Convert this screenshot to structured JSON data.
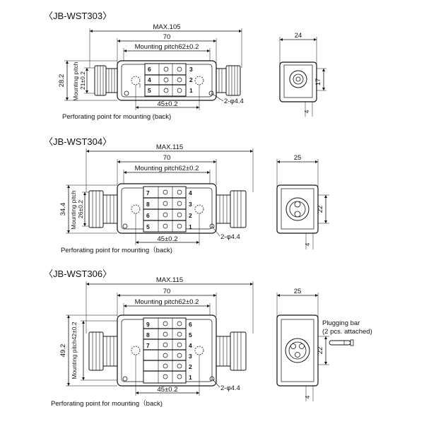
{
  "models": [
    {
      "title": "〈JB-WST303〉",
      "max_length": "MAX.105",
      "length": "70",
      "mounting_pitch": "Mounting pitch62±0.2",
      "height": "28.2",
      "side_mounting_pitch": "Mounting pitch\n21±0.2",
      "hole_spacing": "45±0.2",
      "holes": "2-φ4.4",
      "perforating": "Perforating point for mounting (back)",
      "side_width": "24",
      "side_height": "17",
      "side_base": "4",
      "terminal_labels": [
        "3",
        "2",
        "1",
        "6",
        "4",
        "5"
      ]
    },
    {
      "title": "〈JB-WST304〉",
      "max_length": "MAX.115",
      "length": "70",
      "mounting_pitch": "Mounting pitch62±0.2",
      "height": "34.4",
      "side_mounting_pitch": "Mounting pitch\n26±0.2",
      "hole_spacing": "45±0.2",
      "holes": "2-φ4.4",
      "perforating": "Perforating point for mounting（back)",
      "side_width": "25",
      "side_height": "22",
      "side_base": "4",
      "terminal_labels": [
        "4",
        "3",
        "2",
        "1",
        "7",
        "8",
        "6",
        "5"
      ]
    },
    {
      "title": "〈JB-WST306〉",
      "max_length": "MAX.115",
      "length": "70",
      "mounting_pitch": "Mounting pitch62±0.2",
      "height": "49.2",
      "side_mounting_pitch": "Mounting pitch42±0.2",
      "hole_spacing": "45±0.2",
      "holes": "2-φ4.4",
      "perforating": "Perforating point for mounting（back)",
      "side_width": "25",
      "side_height": "22",
      "side_base": "4",
      "terminal_labels": [
        "6",
        "5",
        "4",
        "3",
        "2",
        "1",
        "9",
        "8",
        "7"
      ]
    }
  ],
  "plugging_bar": {
    "label": "Plugging bar",
    "qty": "(2 pcs. attached)"
  }
}
